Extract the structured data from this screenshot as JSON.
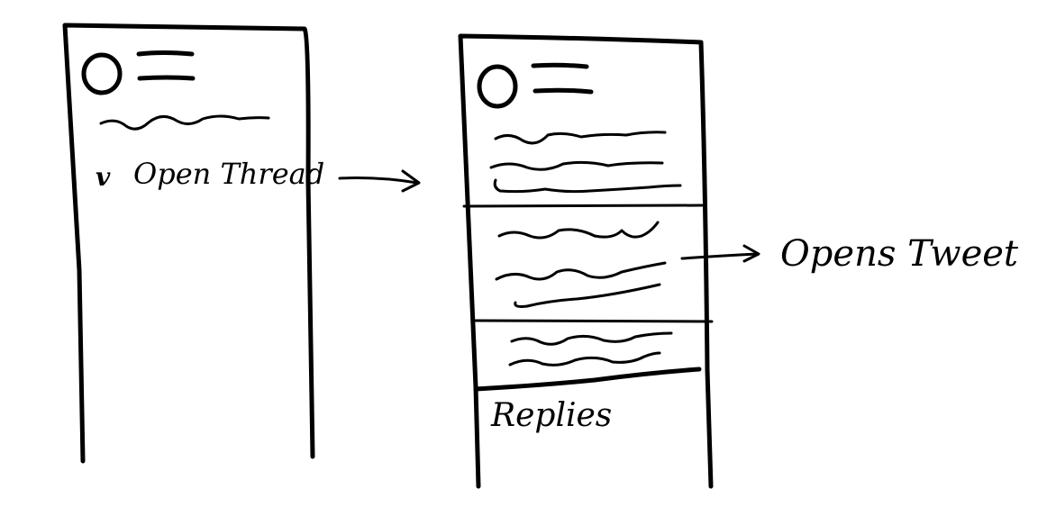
{
  "left_phone": {
    "expand_chevron": "v",
    "open_thread_label": "Open Thread"
  },
  "right_phone": {
    "replies_label": "Replies"
  },
  "annotation": {
    "opens_tweet_label": "Opens Tweet"
  }
}
